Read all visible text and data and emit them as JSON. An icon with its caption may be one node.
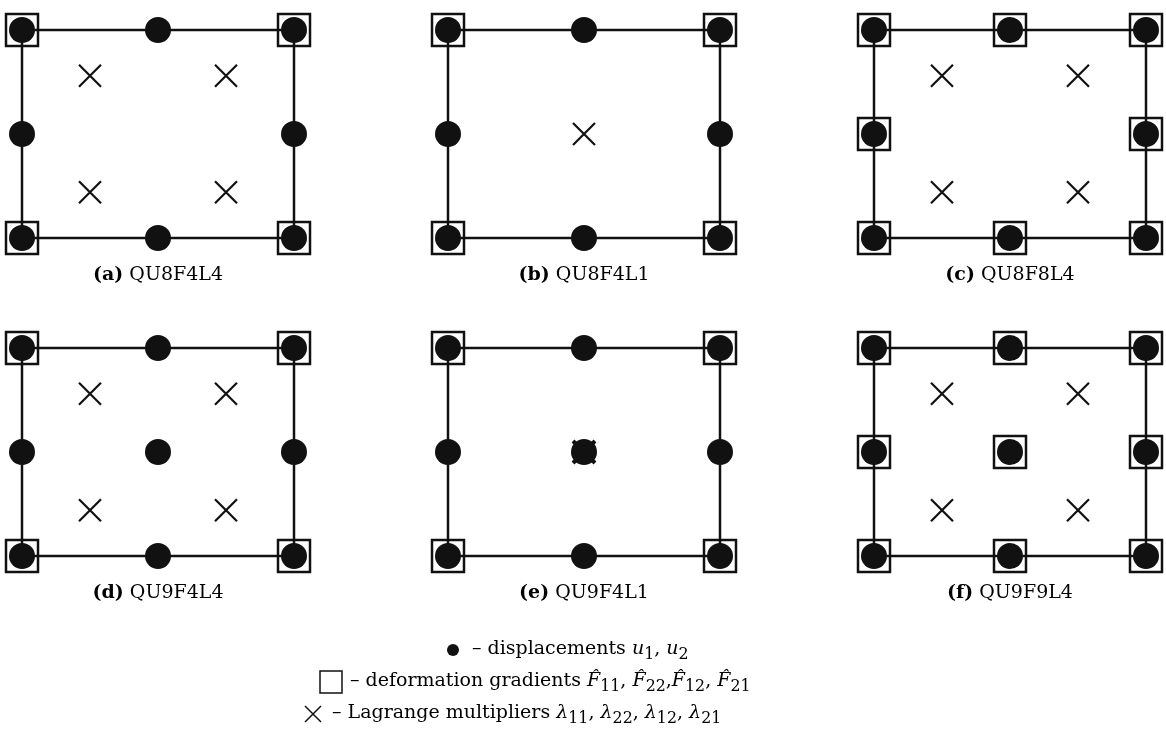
{
  "diagram": {
    "labels": [
      "**(a)** QU8F4L4",
      "**(b)** QU8F4L1",
      "**(c)** QU8F8L4",
      "**(d)** QU9F4L4",
      "**(e)** QU9F4L1",
      "**(f)** QU9F9L4"
    ],
    "legend": [
      {
        "text": "– displacements *u*$_{1}$, *u*$_{2}$"
      },
      {
        "text": "– deformation gradients *F̂*$_{11}$, *F̂*$_{22}$,*F̂*$_{12}$, *F̂*$_{21}$"
      },
      {
        "text": "– Lagrange multipliers *λ*$_{11}$, *λ*$_{22}$, *λ*$_{12}$, *λ*$_{21}$"
      }
    ]
  }
}
